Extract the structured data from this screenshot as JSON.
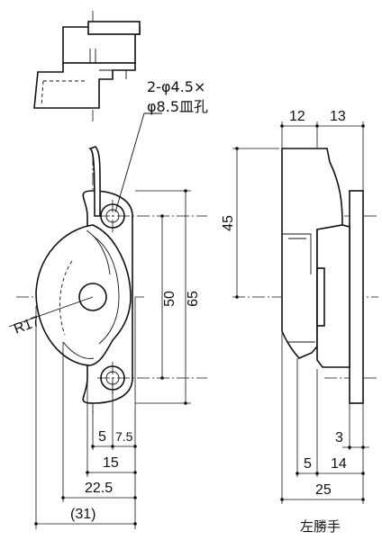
{
  "title": "",
  "hole_note": {
    "line1": "2-φ4.5×",
    "line2": "φ8.5皿孔"
  },
  "radius_label": "R17",
  "front_view_dims": {
    "vertical": [
      {
        "id": "hole-pitch",
        "value": "50"
      },
      {
        "id": "total-height",
        "value": "65"
      }
    ],
    "horizontal": [
      {
        "id": "d5",
        "value": "5"
      },
      {
        "id": "d7_5",
        "value": "7.5"
      },
      {
        "id": "d15",
        "value": "15"
      },
      {
        "id": "d22_5",
        "value": "22.5"
      },
      {
        "id": "d31",
        "value": "(31)"
      }
    ]
  },
  "side_view_dims": {
    "top": [
      {
        "id": "d12",
        "value": "12"
      },
      {
        "id": "d13",
        "value": "13"
      }
    ],
    "vertical": [
      {
        "id": "d45",
        "value": "45"
      }
    ],
    "bottom": [
      {
        "id": "d3",
        "value": "3"
      },
      {
        "id": "d5s",
        "value": "5"
      },
      {
        "id": "d14",
        "value": "14"
      },
      {
        "id": "d25",
        "value": "25"
      }
    ]
  },
  "hand_label": "左勝手",
  "colors": {
    "line": "#111111",
    "background": "#ffffff"
  }
}
